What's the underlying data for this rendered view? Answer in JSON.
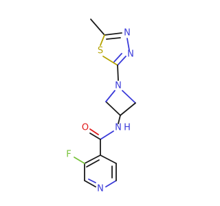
{
  "atoms": {
    "methyl_c": "",
    "s_label": "S",
    "thiadiazole_n3": "N",
    "thiadiazole_n4": "N",
    "azetidine_n": "N",
    "amide_n": "N",
    "amide_h": "H",
    "carbonyl_o": "O",
    "fluoro_f": "F",
    "pyridine_n": "N"
  },
  "colors": {
    "carbon_bond": "#1a1a1a",
    "nitrogen": "#3a3ad9",
    "sulfur": "#b5a300",
    "oxygen": "#e01a1a",
    "fluorine": "#77c23a"
  }
}
